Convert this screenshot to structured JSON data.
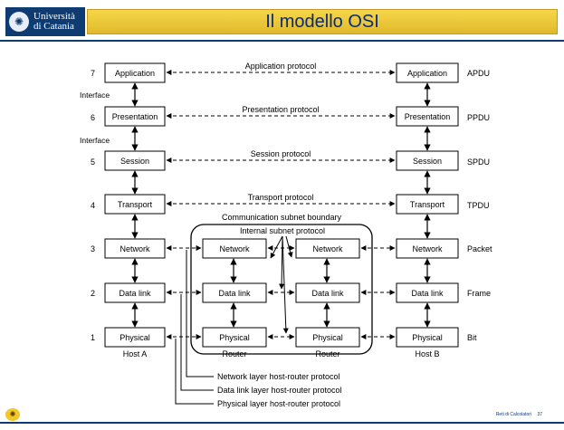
{
  "header": {
    "logo_text_line1": "Università",
    "logo_text_line2": "di Catania",
    "title": "Il modello OSI"
  },
  "footer": {
    "course": "Reti di Calcolatori",
    "page": "37"
  },
  "layers": [
    {
      "num": "7",
      "name": "Application",
      "pdu": "APDU",
      "protocol": "Application protocol"
    },
    {
      "num": "6",
      "name": "Presentation",
      "pdu": "PPDU",
      "protocol": "Presentation protocol"
    },
    {
      "num": "5",
      "name": "Session",
      "pdu": "SPDU",
      "protocol": "Session protocol"
    },
    {
      "num": "4",
      "name": "Transport",
      "pdu": "TPDU",
      "protocol": "Transport protocol"
    },
    {
      "num": "3",
      "name": "Network",
      "pdu": "Packet"
    },
    {
      "num": "2",
      "name": "Data link",
      "pdu": "Frame"
    },
    {
      "num": "1",
      "name": "Physical",
      "pdu": "Bit"
    }
  ],
  "interface_label": "Interface",
  "host_a": "Host A",
  "host_b": "Host B",
  "router_label": "Router",
  "subnet": {
    "boundary_label": "Communication subnet boundary",
    "internal_protocol": "Internal subnet protocol"
  },
  "legend": {
    "network": "Network layer host-router protocol",
    "datalink": "Data link layer host-router protocol",
    "physical": "Physical layer host-router protocol"
  }
}
